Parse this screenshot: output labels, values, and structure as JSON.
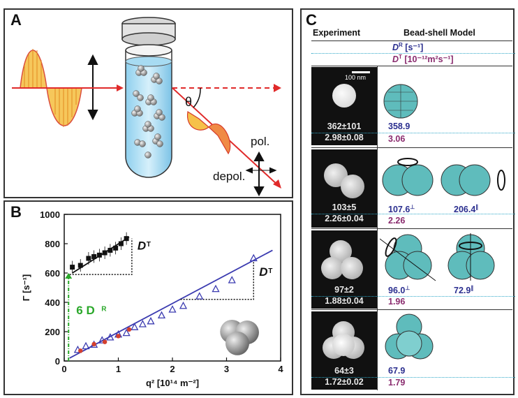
{
  "panelA": {
    "label": "A",
    "theta": "θ",
    "pol": "pol.",
    "depol": "depol."
  },
  "panelB": {
    "label": "B",
    "chart_data": {
      "type": "scatter",
      "xlabel": "q² [10¹⁴ m⁻²]",
      "ylabel": "Γ [s⁻¹]",
      "xlim": [
        0,
        4
      ],
      "ylim": [
        0,
        1000
      ],
      "xticks": [
        "0",
        "1",
        "2",
        "3",
        "4"
      ],
      "yticks": [
        "0",
        "200",
        "400",
        "600",
        "800",
        "1000"
      ],
      "series": [
        {
          "marker": "filled-square",
          "color": "#111111",
          "x": [
            0.15,
            0.3,
            0.45,
            0.55,
            0.65,
            0.75,
            0.85,
            0.95,
            1.05,
            1.15
          ],
          "y": [
            640,
            652,
            700,
            712,
            722,
            738,
            755,
            770,
            800,
            835
          ]
        },
        {
          "marker": "open-triangle",
          "color": "#3b3bb0",
          "x": [
            0.25,
            0.4,
            0.55,
            0.7,
            0.85,
            1.0,
            1.15,
            1.3,
            1.45,
            1.6,
            1.8,
            2.0,
            2.2,
            2.5,
            2.8,
            3.1,
            3.5
          ],
          "y": [
            75,
            100,
            110,
            140,
            160,
            180,
            190,
            230,
            250,
            270,
            310,
            350,
            375,
            440,
            490,
            550,
            700
          ]
        },
        {
          "marker": "filled-circle",
          "color": "#d4402e",
          "x": [
            0.3,
            0.55,
            0.75,
            1.0,
            1.2
          ],
          "y": [
            70,
            115,
            130,
            170,
            215
          ]
        }
      ],
      "annotations": [
        "D^T",
        "D^T",
        "6 D^R"
      ]
    },
    "dt1": "D",
    "dt2": "D",
    "sup_t": "T",
    "six_dr": "6 D",
    "sup_r": "R"
  },
  "panelC": {
    "label": "C",
    "hdr_exp": "Experiment",
    "hdr_model": "Bead-shell Model",
    "legend_dr": "D",
    "legend_dr_sup": "R",
    "legend_dr_unit": "[s⁻¹]",
    "legend_dt": "D",
    "legend_dt_sup": "T",
    "legend_dt_unit": "[10⁻¹²m²s⁻¹]",
    "scale": "100 nm",
    "rows": [
      {
        "exp_dr": "362±101",
        "exp_dt": "2.98±0.08",
        "m_dr": "358.9",
        "m_dt": "3.06"
      },
      {
        "exp_dr": "103±5",
        "exp_dt": "2.26±0.04",
        "m_dr": "107.6",
        "m_dr_sup": "⊥",
        "m_dr2": "206.4",
        "m_dr2_sup": "∥",
        "m_dt": "2.26"
      },
      {
        "exp_dr": "97±2",
        "exp_dt": "1.88±0.04",
        "m_dr": "96.0",
        "m_dr_sup": "⊥",
        "m_dr2": "72.9",
        "m_dr2_sup": "∥",
        "m_dt": "1.96"
      },
      {
        "exp_dr": "64±3",
        "exp_dt": "1.72±0.02",
        "m_dr": "67.9",
        "m_dt": "1.79"
      }
    ]
  }
}
